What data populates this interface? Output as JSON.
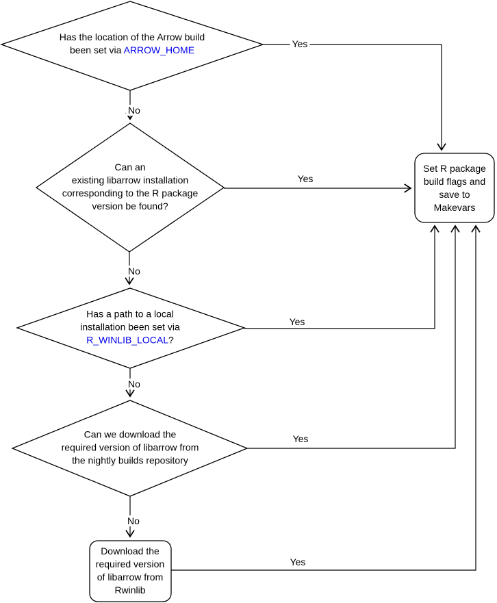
{
  "colors": {
    "stroke": "#000000",
    "text": "#000000",
    "code_text": "#0000EE",
    "node_fill": "#ffffff"
  },
  "nodes": {
    "decision_arrow_home": {
      "type": "decision",
      "before": "Has the location of the Arrow build\nbeen set via ",
      "code": "ARROW_HOME",
      "after": ""
    },
    "decision_existing_libarrow": {
      "type": "decision",
      "before": "Can an\nexisting libarrow installation\ncorresponding to the R package\nversion be found?",
      "code": "",
      "after": ""
    },
    "decision_winlib_local": {
      "type": "decision",
      "before": "Has a path to a local\ninstallation been set via\n",
      "code": "R_WINLIB_LOCAL",
      "after": "?"
    },
    "decision_nightly_download": {
      "type": "decision",
      "before": "Can we download the\nrequired version of libarrow from\nthe nightly builds repository",
      "code": "",
      "after": ""
    },
    "process_set_flags": {
      "type": "process",
      "text": "Set R package\nbuild flags and\nsave to\nMakevars"
    },
    "process_download_rwinlib": {
      "type": "process",
      "text": "Download the\nrequired version\nof libarrow from\nRwinlib"
    }
  },
  "edges": [
    {
      "from": "decision_arrow_home",
      "to": "process_set_flags",
      "label": "Yes"
    },
    {
      "from": "decision_arrow_home",
      "to": "decision_existing_libarrow",
      "label": "No"
    },
    {
      "from": "decision_existing_libarrow",
      "to": "process_set_flags",
      "label": "Yes"
    },
    {
      "from": "decision_existing_libarrow",
      "to": "decision_winlib_local",
      "label": "No"
    },
    {
      "from": "decision_winlib_local",
      "to": "process_set_flags",
      "label": "Yes"
    },
    {
      "from": "decision_winlib_local",
      "to": "decision_nightly_download",
      "label": "No"
    },
    {
      "from": "decision_nightly_download",
      "to": "process_set_flags",
      "label": "Yes"
    },
    {
      "from": "decision_nightly_download",
      "to": "process_download_rwinlib",
      "label": "No"
    },
    {
      "from": "process_download_rwinlib",
      "to": "process_set_flags",
      "label": "Yes"
    }
  ]
}
